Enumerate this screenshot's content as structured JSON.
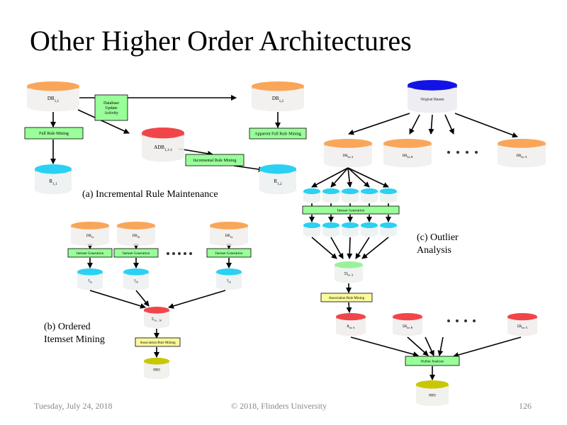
{
  "title": "Other Higher Order Architectures",
  "colors": {
    "orange": "#f9a65a",
    "cyan": "#29d1f2",
    "red": "#f0464a",
    "blue": "#1313e6",
    "lightgreen": "#9bf19b",
    "olive": "#c8c800",
    "box_green": "#99ff99",
    "box_yellow": "#fbfb9c",
    "arrow": "#000000"
  },
  "section_a": {
    "caption": "(a) Incremental Rule Maintenance",
    "db1": "DB",
    "db1_sub": "1,1",
    "db2": "DB",
    "db2_sub": "1,2",
    "update_box": [
      "Database",
      "Update",
      "Activity"
    ],
    "adb": "ADB",
    "adb_sub": "1,1-2",
    "full_rule_mining": "Full Rule Mining",
    "apparent_mining": "Apparent Full Rule Mining",
    "incremental_mining": "Incremental Rule Mining",
    "r1": "R",
    "r1_sub": "1,1",
    "r2": "R",
    "r2_sub": "1,2"
  },
  "section_b": {
    "caption_lines": [
      "(b) Ordered",
      "Itemset Mining"
    ],
    "db_labels": [
      "DB",
      "DB",
      "DB"
    ],
    "db_subs": [
      "1a",
      "1b",
      "1n"
    ],
    "itemset_generation": "Itemset Generation",
    "i_labels": [
      "I",
      "I",
      "I"
    ],
    "i_subs": [
      "1a",
      "1b",
      "1n"
    ],
    "sum_label": "Σ",
    "sum_sub": "1a…1n",
    "association_rule_mining": "Association Rule Mining",
    "hrs": "HRS"
  },
  "section_c": {
    "caption_lines": [
      "(c) Outlier",
      "Analysis"
    ],
    "original_dataset": "Original Dataset",
    "db_labels": [
      "DB",
      "DB",
      "DB"
    ],
    "db_subs": [
      "loc A",
      "loc B",
      "loc X"
    ],
    "itemset_generation": "Itemset Generation",
    "sum_label": "ΣI",
    "sum_sub": "loc A",
    "association_rule_mining": "Association Rule Mining",
    "r_labels": [
      "R",
      "ΣR",
      "ΣR"
    ],
    "r_subs": [
      "loc A",
      "loc B",
      "loc X"
    ],
    "outlier_analysis": "Outlier Analysis",
    "hrs": "HRS"
  },
  "footer": {
    "date": "Tuesday, July 24, 2018",
    "copyright": "© 2018, Flinders University",
    "page": "126"
  }
}
